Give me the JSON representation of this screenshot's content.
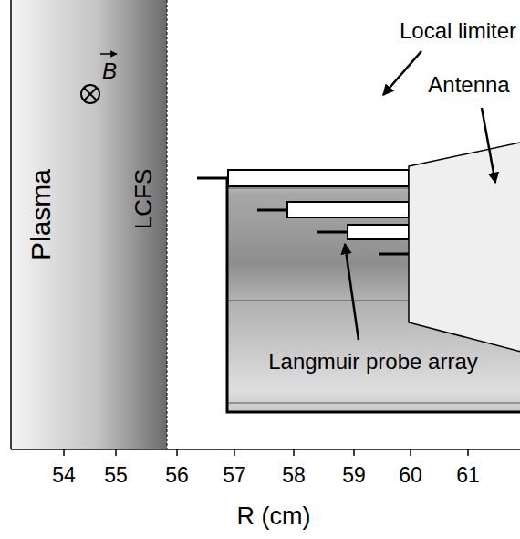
{
  "diagram": {
    "nodes": [
      {
        "text": [
          "Plasma"
        ]
      }
    ],
    "labels": [
      "B",
      "LCFS",
      "Local limiter",
      "Antenna",
      "Langmuir probe array",
      "54",
      "55",
      "56",
      "57",
      "58",
      "59",
      "60",
      "61",
      "R (cm)"
    ]
  }
}
